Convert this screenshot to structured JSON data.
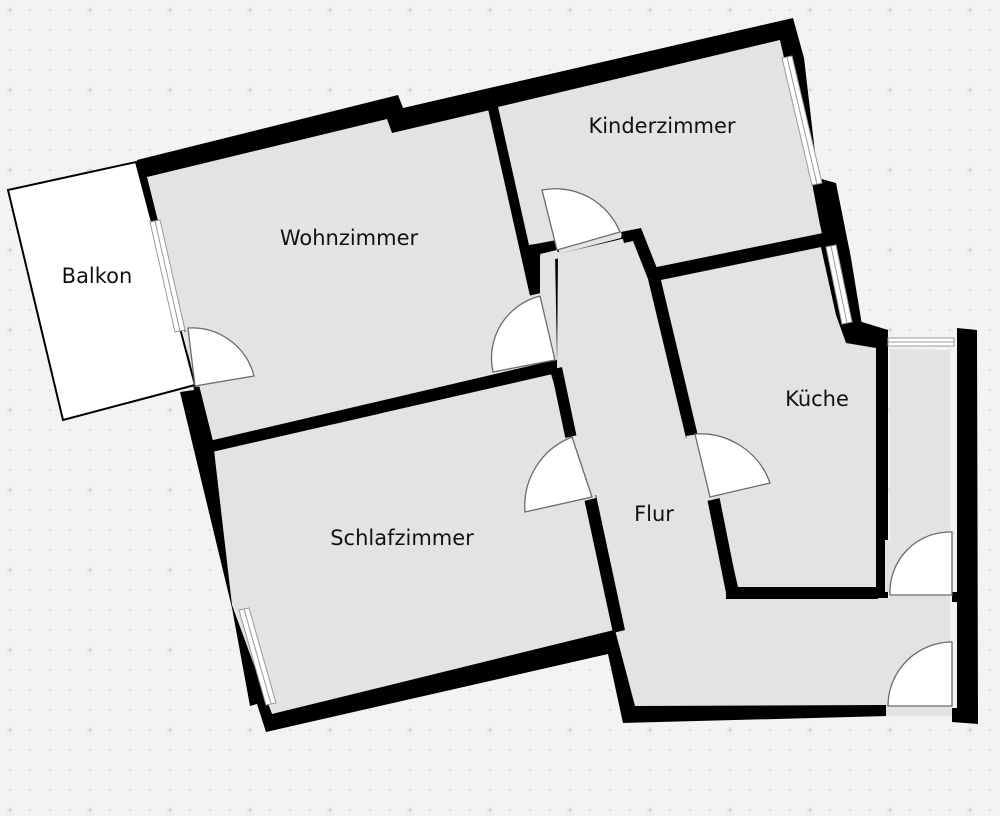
{
  "colors": {
    "background": "#f3f3f4",
    "grid_mark": "#c9ccd2",
    "wall": "#000000",
    "room_fill": "#e3e3e4",
    "balcony_fill": "#ffffff",
    "door_line": "#6b6b6b",
    "window_frame": "#9a9a9a",
    "label": "#111111"
  },
  "rooms": {
    "balkon": "Balkon",
    "wohnzimmer": "Wohnzimmer",
    "kinderzimmer": "Kinderzimmer",
    "kueche": "Küche",
    "schlafzimmer": "Schlafzimmer",
    "flur": "Flur"
  }
}
